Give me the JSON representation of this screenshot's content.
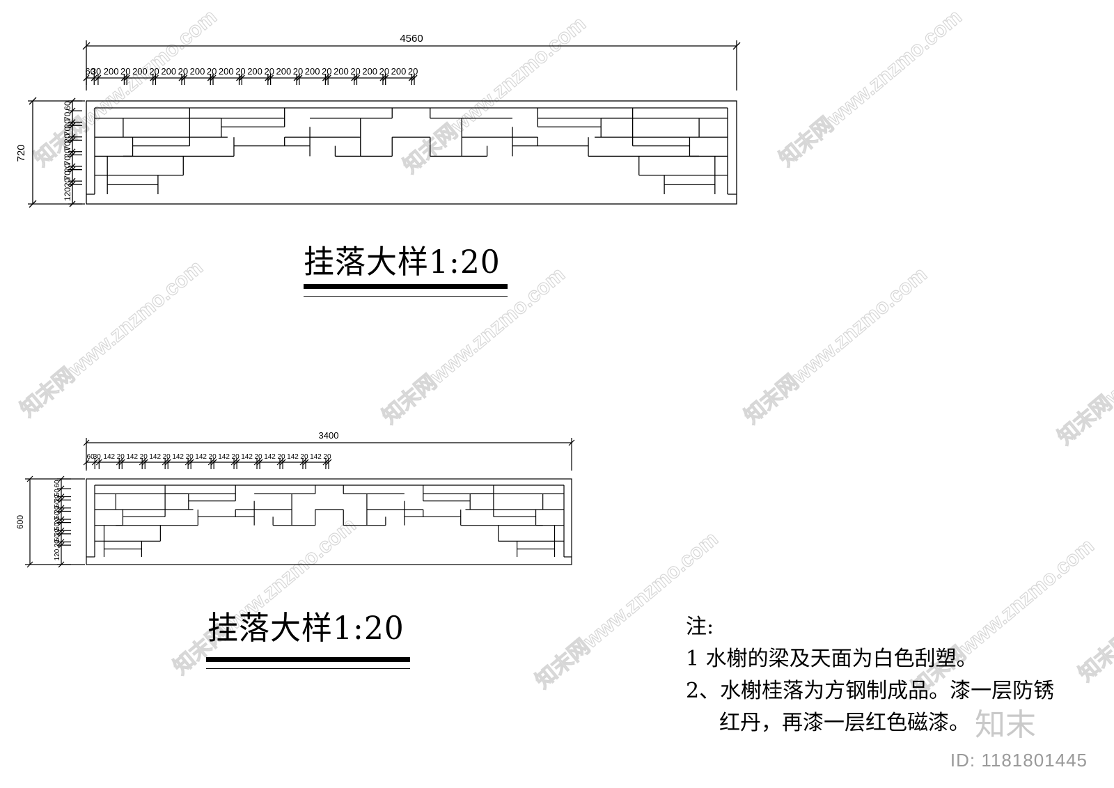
{
  "drawing1": {
    "overall_width": "4560",
    "top_dims": [
      "60",
      "30",
      "200",
      "20",
      "200",
      "20",
      "200",
      "20",
      "200",
      "20",
      "200",
      "20",
      "200",
      "20",
      "200",
      "20",
      "200",
      "20",
      "200",
      "20",
      "200",
      "20",
      "200",
      "20"
    ],
    "height": "720",
    "left_dims": [
      "60",
      "70",
      "20",
      "70",
      "20",
      "70",
      "20",
      "70",
      "20",
      "70",
      "20",
      "120"
    ],
    "title": "挂落大样1:20"
  },
  "drawing2": {
    "overall_width": "3400",
    "top_dims": [
      "60",
      "30",
      "142",
      "20",
      "142",
      "20",
      "142",
      "20",
      "142",
      "20",
      "142",
      "20",
      "142",
      "20",
      "142",
      "20",
      "142",
      "20",
      "142",
      "20",
      "142",
      "20"
    ],
    "height": "600",
    "left_dims": [
      "60",
      "50",
      "20",
      "50",
      "20",
      "50",
      "20",
      "50",
      "20",
      "50",
      "20",
      "120"
    ],
    "title": "挂落大样1:20"
  },
  "notes": {
    "heading": "注:",
    "item1": "1  水榭的梁及天面为白色刮塑。",
    "item2": "2、水榭桂落为方钢制成品。漆一层防锈",
    "item2_cont": "红丹，再漆一层红色磁漆。"
  },
  "watermark": {
    "text": "知末网www.znzmo.com",
    "logo": "知末",
    "id": "ID: 1181801445"
  },
  "colors": {
    "line": "#000000",
    "watermark": "#d7d7d7",
    "id_text": "#9a9a9a"
  }
}
